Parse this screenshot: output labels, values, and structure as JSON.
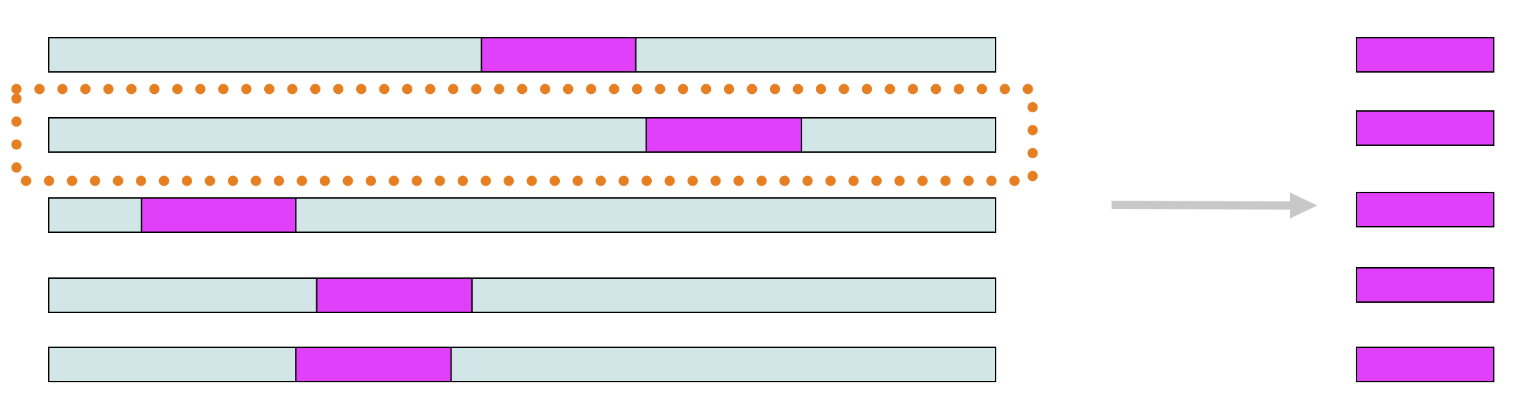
{
  "colors": {
    "background": "#ffffff",
    "sequence_fill": "#d2e5e7",
    "segment_fill": "#e040f9",
    "stroke": "#000000",
    "highlight_dots": "#e67e22",
    "arrow": "#c8c8c8"
  },
  "icons": {
    "arrow": "right-arrow-icon"
  },
  "sequence_length": 1,
  "sequences": [
    {
      "segment_start": 0.457,
      "segment_end": 0.62,
      "highlighted": false
    },
    {
      "segment_start": 0.631,
      "segment_end": 0.795,
      "highlighted": true
    },
    {
      "segment_start": 0.098,
      "segment_end": 0.261,
      "highlighted": false
    },
    {
      "segment_start": 0.283,
      "segment_end": 0.447,
      "highlighted": false
    },
    {
      "segment_start": 0.261,
      "segment_end": 0.425,
      "highlighted": false
    }
  ],
  "extracted_segments": 5
}
